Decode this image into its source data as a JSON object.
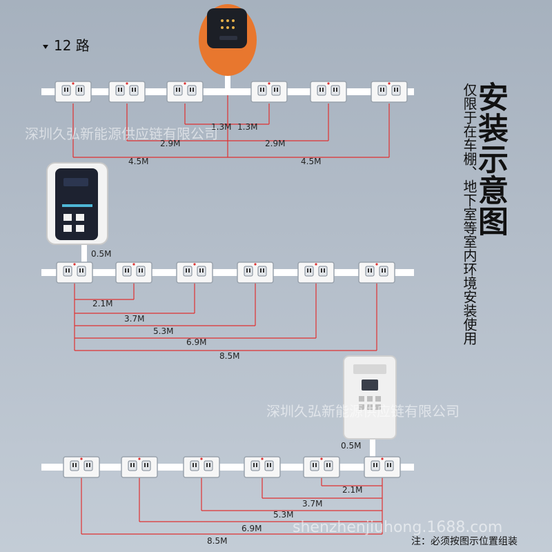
{
  "header": {
    "routes_label": "12 路"
  },
  "title": {
    "main": "安装示意图",
    "sub": "仅限于在车棚、地下室等室内环境安装使用"
  },
  "watermarks": {
    "cn_top": "深圳久弘新能源供应链有限公司",
    "cn_mid": "深圳久弘新能源供应链有限公司",
    "url": "shenzhenjiuhong.1688.com"
  },
  "note": "注：必须按图示位置组装",
  "colors": {
    "rail": "#ffffff",
    "measure": "#e03030",
    "charger_orange": "#e8772e",
    "charger_panel": "#1c1f26"
  },
  "icons": {
    "sockets": "power-socket-icon",
    "chargers": "charging-station-icon"
  },
  "sections": [
    {
      "feed_label": "",
      "labels": [
        "1.3M",
        "1.3M",
        "2.9M",
        "2.9M",
        "4.5M",
        "4.5M"
      ]
    },
    {
      "feed_label": "0.5M",
      "labels": [
        "2.1M",
        "3.7M",
        "5.3M",
        "6.9M",
        "8.5M"
      ]
    },
    {
      "feed_label": "0.5M",
      "labels": [
        "2.1M",
        "3.7M",
        "5.3M",
        "6.9M",
        "8.5M"
      ]
    }
  ]
}
